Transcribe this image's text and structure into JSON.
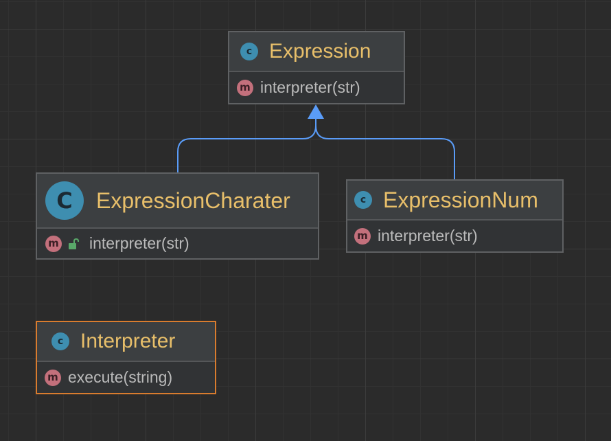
{
  "colors": {
    "background": "#2b2b2b",
    "node_background": "#3c3f41",
    "class_name": "#e8bf6a",
    "method_text": "#bbbbbb",
    "class_icon": "#3e8eb0",
    "method_icon": "#c3707c",
    "inheritance_edge": "#5a9cf8",
    "selected_border": "#d97c2e",
    "lock_icon": "#59a869"
  },
  "diagram": {
    "nodes": [
      {
        "id": "expression",
        "icon": "class-icon",
        "icon_glyph": "c",
        "name": "Expression",
        "selected": false,
        "methods": [
          {
            "icon": "method-icon",
            "icon_glyph": "m",
            "name": "interpreter(str)",
            "modifier_icon": ""
          }
        ]
      },
      {
        "id": "expression-charater",
        "icon": "class-icon",
        "icon_glyph": "C",
        "name": "ExpressionCharater",
        "selected": false,
        "methods": [
          {
            "icon": "method-icon",
            "icon_glyph": "m",
            "name": "interpreter(str)",
            "modifier_icon": "unlocked-padlock-icon"
          }
        ]
      },
      {
        "id": "expression-num",
        "icon": "class-icon",
        "icon_glyph": "c",
        "name": "ExpressionNum",
        "selected": false,
        "methods": [
          {
            "icon": "method-icon",
            "icon_glyph": "m",
            "name": "interpreter(str)",
            "modifier_icon": ""
          }
        ]
      },
      {
        "id": "interpreter",
        "icon": "class-icon",
        "icon_glyph": "c",
        "name": "Interpreter",
        "selected": true,
        "methods": [
          {
            "icon": "method-icon",
            "icon_glyph": "m",
            "name": "execute(string)",
            "modifier_icon": ""
          }
        ]
      }
    ],
    "edges": [
      {
        "type": "inheritance",
        "from": "expression-charater",
        "to": "expression"
      },
      {
        "type": "inheritance",
        "from": "expression-num",
        "to": "expression"
      }
    ]
  }
}
